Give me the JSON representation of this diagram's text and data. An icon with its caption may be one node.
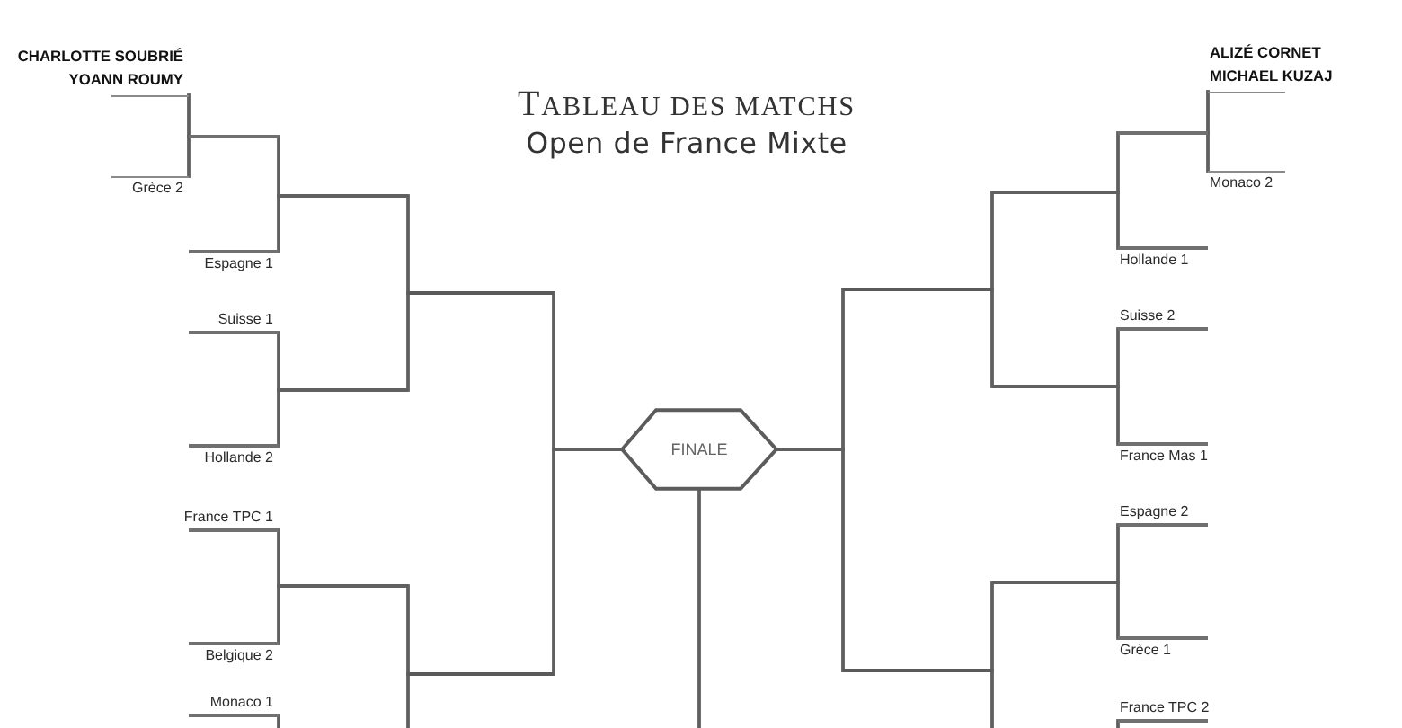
{
  "diagram": {
    "title": "TABLEAU DES MATCHS",
    "nodes": [
      {
        "text": [
          "CHARLOTTE SOUBRIÉ",
          "YOANN ROUMY"
        ]
      },
      {
        "text": [
          "Grèce 2"
        ]
      },
      {
        "text": [
          "Espagne 1"
        ]
      },
      {
        "text": [
          "Suisse 1"
        ]
      },
      {
        "text": [
          "Hollande 2"
        ]
      },
      {
        "text": [
          "France TPC 1"
        ]
      },
      {
        "text": [
          "Belgique 2"
        ]
      },
      {
        "text": [
          "Monaco 1"
        ]
      },
      {
        "text": [],
        "shape": "line"
      },
      {
        "text": [],
        "shape": "line"
      },
      {
        "text": [],
        "shape": "line"
      },
      {
        "text": [],
        "shape": "line"
      },
      {
        "text": [],
        "shape": "line"
      },
      {
        "text": [],
        "shape": "line"
      },
      {
        "text": [
          "FINALE"
        ]
      },
      {
        "text": [],
        "shape": "line"
      },
      {
        "text": [],
        "shape": "line"
      },
      {
        "text": [],
        "shape": "line"
      },
      {
        "text": [],
        "shape": "line"
      },
      {
        "text": [],
        "shape": "line"
      },
      {
        "text": [],
        "shape": "line"
      },
      {
        "text": [
          "ALIZÉ CORNET",
          "MICHAEL KUZAJ"
        ]
      },
      {
        "text": [
          "Monaco 2"
        ]
      },
      {
        "text": [
          "Hollande 1"
        ]
      },
      {
        "text": [
          "Suisse 2"
        ]
      },
      {
        "text": [
          "France Mas 1"
        ]
      },
      {
        "text": [
          "Espagne 2"
        ]
      },
      {
        "text": [
          "Grèce 1"
        ]
      },
      {
        "text": [
          "France TPC 2"
        ]
      }
    ],
    "edges": [
      {
        "from": 0,
        "to": 8,
        "arrow": "none"
      },
      {
        "from": 1,
        "to": 8,
        "arrow": "none"
      },
      {
        "from": 8,
        "to": 9,
        "arrow": "none"
      },
      {
        "from": 2,
        "to": 9,
        "arrow": "none"
      },
      {
        "from": 3,
        "to": 10,
        "arrow": "none"
      },
      {
        "from": 4,
        "to": 10,
        "arrow": "none"
      },
      {
        "from": 5,
        "to": 11,
        "arrow": "none"
      },
      {
        "from": 6,
        "to": 11,
        "arrow": "none"
      },
      {
        "from": 7,
        "to": null,
        "arrow": "none"
      },
      {
        "from": 9,
        "to": 12,
        "arrow": "none"
      },
      {
        "from": 10,
        "to": 12,
        "arrow": "none"
      },
      {
        "from": 11,
        "to": 13,
        "arrow": "none"
      },
      {
        "from": null,
        "to": 13,
        "arrow": "none"
      },
      {
        "from": 12,
        "to": 14,
        "arrow": "none"
      },
      {
        "from": 13,
        "to": 14,
        "arrow": "none"
      },
      {
        "from": 14,
        "to": null,
        "arrow": "none"
      },
      {
        "from": 21,
        "to": 15,
        "arrow": "none"
      },
      {
        "from": 22,
        "to": 15,
        "arrow": "none"
      },
      {
        "from": 15,
        "to": 16,
        "arrow": "none"
      },
      {
        "from": 23,
        "to": 16,
        "arrow": "none"
      },
      {
        "from": 24,
        "to": 17,
        "arrow": "none"
      },
      {
        "from": 25,
        "to": 17,
        "arrow": "none"
      },
      {
        "from": 26,
        "to": 18,
        "arrow": "none"
      },
      {
        "from": 27,
        "to": 18,
        "arrow": "none"
      },
      {
        "from": 28,
        "to": null,
        "arrow": "none"
      },
      {
        "from": 16,
        "to": 19,
        "arrow": "none"
      },
      {
        "from": 17,
        "to": 19,
        "arrow": "none"
      },
      {
        "from": 18,
        "to": 20,
        "arrow": "none"
      },
      {
        "from": null,
        "to": 20,
        "arrow": "none"
      },
      {
        "from": 19,
        "to": 14,
        "arrow": "none"
      },
      {
        "from": 20,
        "to": 14,
        "arrow": "none"
      }
    ],
    "labels": [
      "Open de France Mixte"
    ]
  }
}
